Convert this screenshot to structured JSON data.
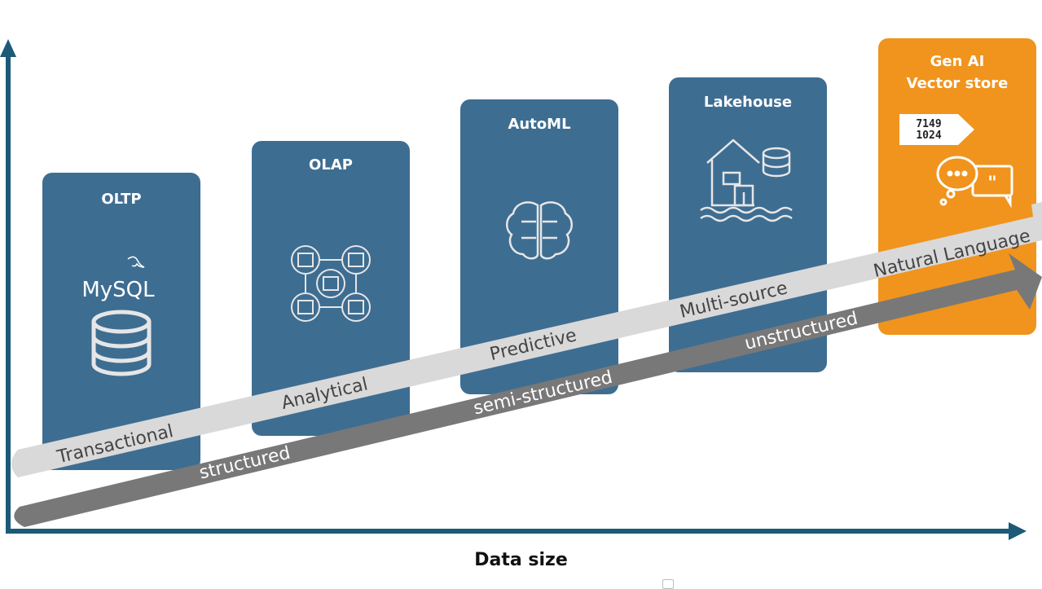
{
  "colors": {
    "axis": "#1c5a78",
    "card": "#3e6d92",
    "card_highlight": "#f0941e",
    "band_light": "#d9d9d9",
    "band_dark": "#787878",
    "icon_stroke": "#ffffff"
  },
  "cards": [
    {
      "title": "OLTP",
      "icon": "mysql-database-icon",
      "logo_text": "MySQL"
    },
    {
      "title": "OLAP",
      "icon": "network-cluster-icon"
    },
    {
      "title": "AutoML",
      "icon": "brain-circuit-icon"
    },
    {
      "title": "Lakehouse",
      "icon": "lakehouse-icon"
    },
    {
      "title_line1": "Gen AI",
      "title_line2": "Vector store",
      "icon": "vector-chat-icon",
      "vector_line1": "7149",
      "vector_line2": "1024"
    }
  ],
  "upper_band": [
    "Transactional",
    "Analytical",
    "Predictive",
    "Multi-source",
    "Natural Language"
  ],
  "lower_band": [
    "structured",
    "semi-structured",
    "unstructured"
  ],
  "x_axis_label": "Data size"
}
